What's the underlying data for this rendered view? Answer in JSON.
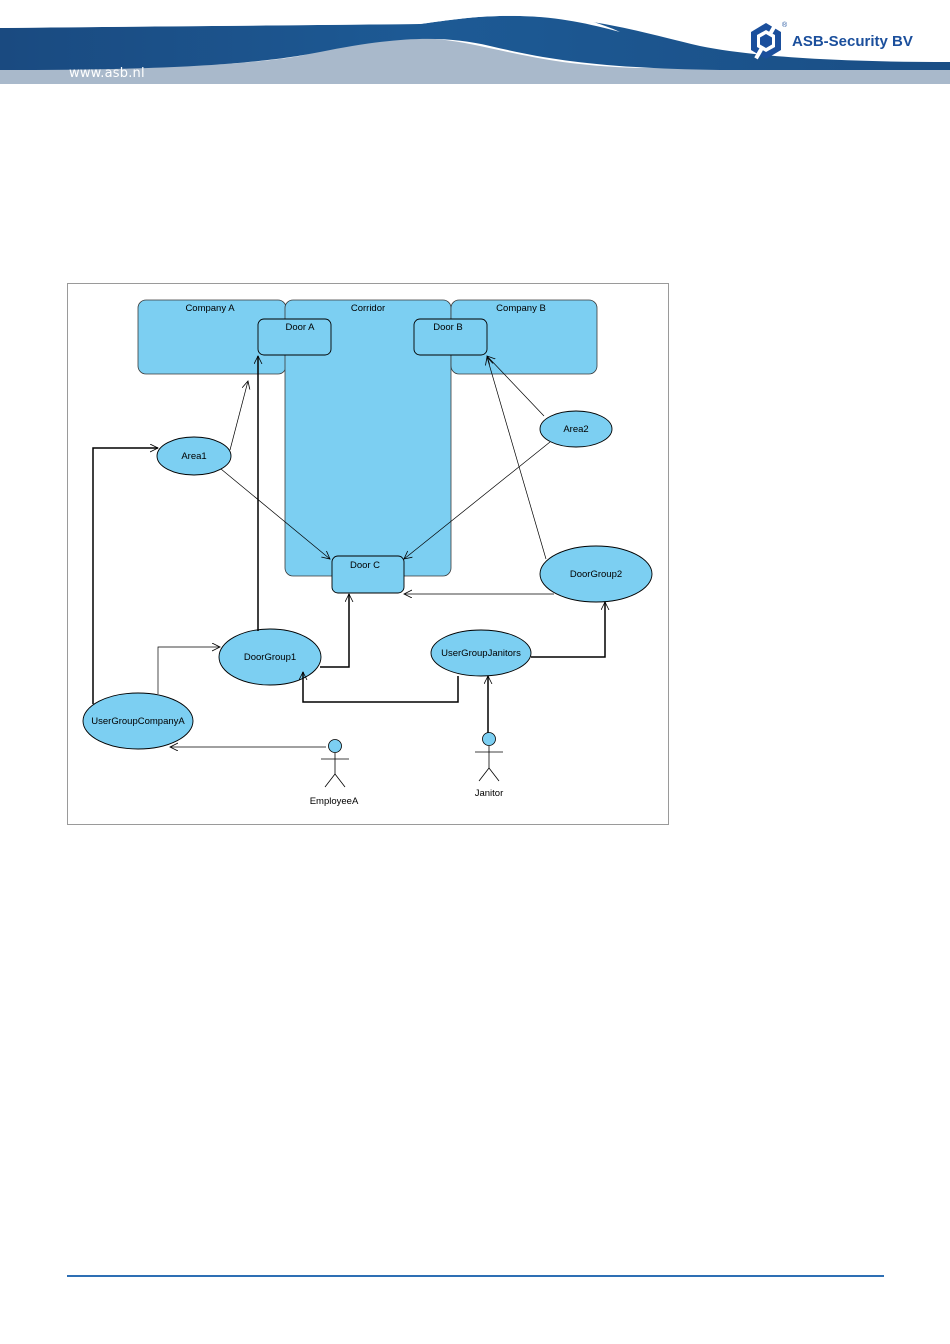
{
  "header": {
    "website": "www.asb.nl",
    "company_name": "ASB-Security BV",
    "registered_mark": "®",
    "colors": {
      "band_dark": "#1a4e85",
      "band_light": "#9fb3c8",
      "logo_blue": "#1b4f9c"
    }
  },
  "diagram": {
    "fill_color": "#7ccff2",
    "zones": {
      "company_a": "Company A",
      "corridor": "Corridor",
      "company_b": "Company B"
    },
    "doors": {
      "door_a": "Door A",
      "door_b": "Door B",
      "door_c": "Door C"
    },
    "areas": {
      "area1": "Area1",
      "area2": "Area2"
    },
    "door_groups": {
      "doorgroup1": "DoorGroup1",
      "doorgroup2": "DoorGroup2"
    },
    "user_groups": {
      "company_a": "UserGroupCompanyA",
      "janitors": "UserGroupJanitors"
    },
    "actors": {
      "employee": "EmployeeA",
      "janitor": "Janitor"
    }
  }
}
